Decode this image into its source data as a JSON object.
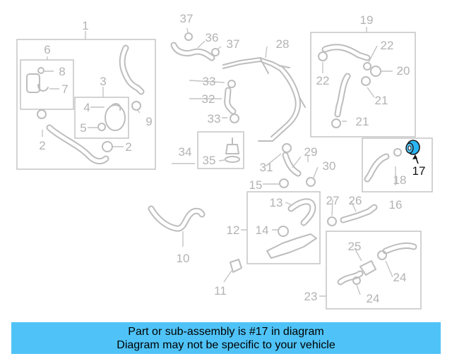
{
  "callouts": [
    "1",
    "2",
    "2",
    "3",
    "4",
    "5",
    "6",
    "7",
    "8",
    "9",
    "10",
    "11",
    "12",
    "13",
    "14",
    "15",
    "16",
    "17",
    "18",
    "19",
    "20",
    "21",
    "21",
    "22",
    "22",
    "23",
    "24",
    "24",
    "25",
    "26",
    "27",
    "28",
    "29",
    "30",
    "31",
    "32",
    "33",
    "33",
    "34",
    "35",
    "36",
    "37",
    "37"
  ],
  "highlight": {
    "label": "17",
    "color": "#29b6f6"
  },
  "banner": {
    "line1": "Part or sub-assembly is #17 in diagram",
    "line2": "Diagram may not be specific to your vehicle",
    "background": "#4fc3f7"
  }
}
